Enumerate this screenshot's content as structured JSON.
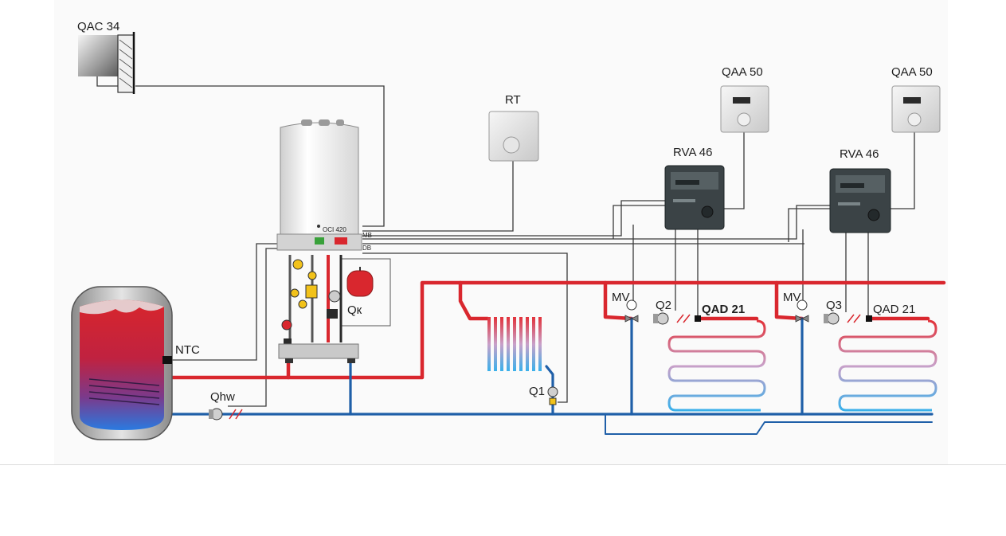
{
  "labels": {
    "qac34": "QAC 34",
    "rt": "RT",
    "qaa50_a": "QAA 50",
    "qaa50_b": "QAA 50",
    "rva46_a": "RVA 46",
    "rva46_b": "RVA 46",
    "oci": "OCI 420",
    "mb": "MB",
    "db": "DB",
    "qk": "Qк",
    "ntc": "NTC",
    "qhw": "Qhw",
    "q1": "Q1",
    "mv_a": "MV",
    "mv_b": "MV",
    "q2": "Q2",
    "q3": "Q3",
    "qad21_a": "QAD 21",
    "qad21_b": "QAD 21"
  },
  "colors": {
    "supply": "#d9272e",
    "return": "#1f5fa8",
    "wiring": "#3a3a3a",
    "controller_body": "#3b4346",
    "boiler_body": "#f2f2f2"
  }
}
